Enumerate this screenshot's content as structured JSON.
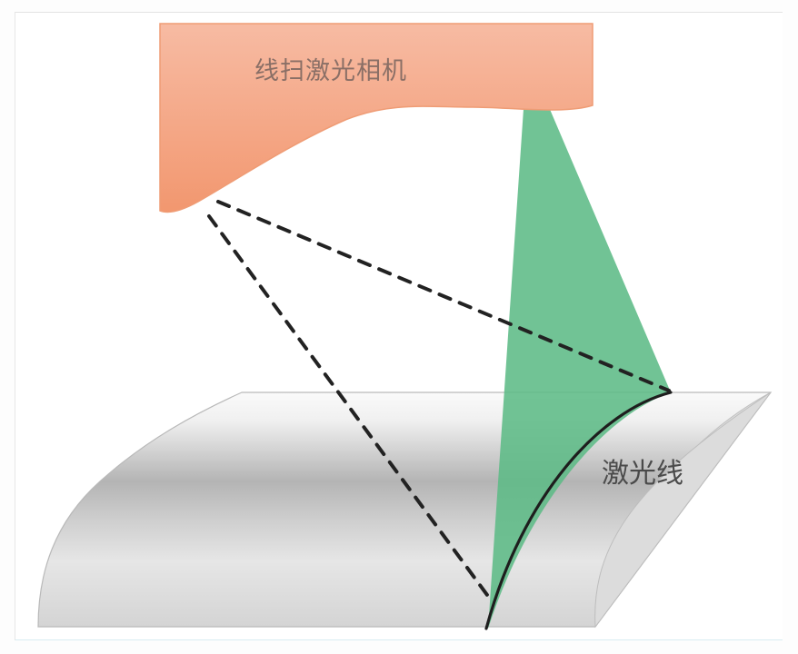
{
  "diagram": {
    "camera": {
      "label": "线扫激光相机",
      "fill_top": "#f6b8a0",
      "fill_bottom": "#f29a78",
      "stroke": "#ee9a72"
    },
    "laser_fan": {
      "color": "#5dbb86"
    },
    "laser_line": {
      "label": "激光线",
      "color": "#1e1e1e"
    },
    "sight_lines": {
      "style": "dashed",
      "color": "#222222",
      "count": 2
    },
    "workpiece": {
      "shape": "curved-surface",
      "colors": [
        "#f5f5f5",
        "#bdbdbd",
        "#e8e8e8",
        "#d8d8d8"
      ]
    }
  }
}
